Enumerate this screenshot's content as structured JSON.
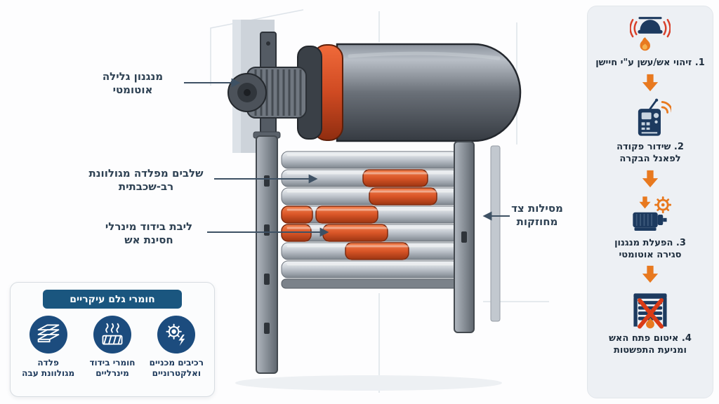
{
  "callouts": {
    "motor": {
      "text": "מנגנון גלילה\nאוטומטי"
    },
    "slats": {
      "text": "שלבים מפלדה מגולוונת\nרב-שכבתית"
    },
    "insulation": {
      "text": "ליבת בידוד מינרלי\nחסינת אש"
    },
    "rails": {
      "text": "מסילות צד\nמחוזקות"
    }
  },
  "materials": {
    "title": "חומרי גלם עיקריים",
    "items": [
      {
        "icon": "galvanized-steel-sheets-icon",
        "label": "פלדה\nמגולוונת עבה"
      },
      {
        "icon": "mineral-insulation-icon",
        "label": "חומרי בידוד\nמינרליים"
      },
      {
        "icon": "mechanical-electronic-components-icon",
        "label": "רכיבים מכניים\nואלקטרוניים"
      }
    ]
  },
  "process": {
    "steps": [
      {
        "icon": "smoke-detector-icon",
        "text": "1. זיהוי אש/עשן ע\"י חיישן"
      },
      {
        "icon": "control-panel-icon",
        "text": "2. שידור פקודה\nלפאנל הבקרה"
      },
      {
        "icon": "closing-motor-icon",
        "text": "3. הפעלת מנגנון\nסגירה אוטומטי"
      },
      {
        "icon": "sealed-shutter-icon",
        "text": "4. איטום פתח האש\nומניעת התפשטות"
      }
    ]
  },
  "colors": {
    "accent_orange": "#e8791f",
    "red_accent": "#d8402a",
    "navy_icon": "#1d3a5f",
    "panel_blue": "#1a567f",
    "circle_blue": "#1c4c7e",
    "slat_orange": "#d95527"
  }
}
